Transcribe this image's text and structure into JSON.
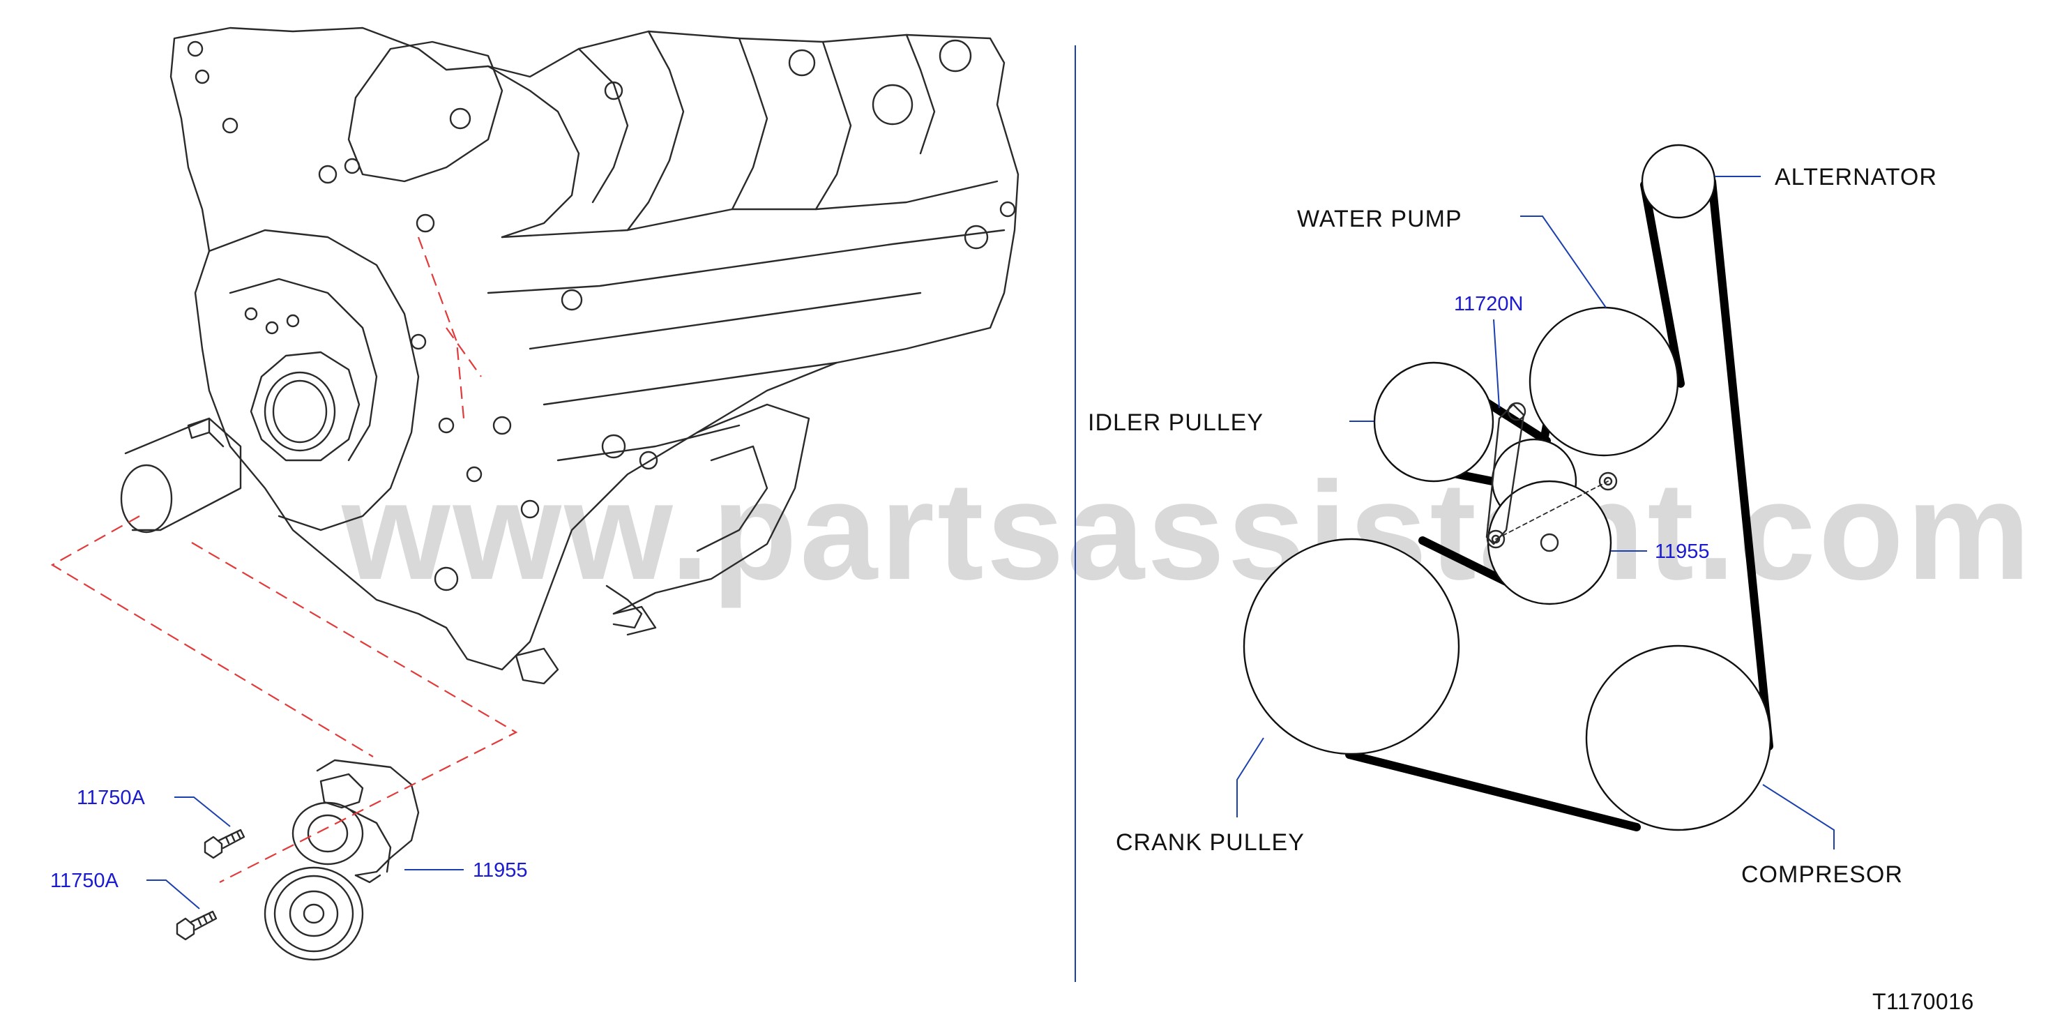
{
  "watermark": "www.partsassistant.com",
  "diagram_id": "T1170016",
  "left_callouts": {
    "bolt_upper": "11750A",
    "bolt_lower": "11750A",
    "tensioner": "11955"
  },
  "belt_layout": {
    "alternator": "ALTERNATOR",
    "water_pump": "WATER  PUMP",
    "idler_pulley": "IDLER  PULLEY",
    "crank_pulley": "CRANK  PULLEY",
    "compressor": "COMPRESOR",
    "idler_part": "11720N",
    "tensioner_part": "11955"
  },
  "colors": {
    "part_number_text": "#1a1ad0",
    "leader_lines": "#1a3fae",
    "assembly_dash": "#e23a3a",
    "belt": "#000000"
  }
}
